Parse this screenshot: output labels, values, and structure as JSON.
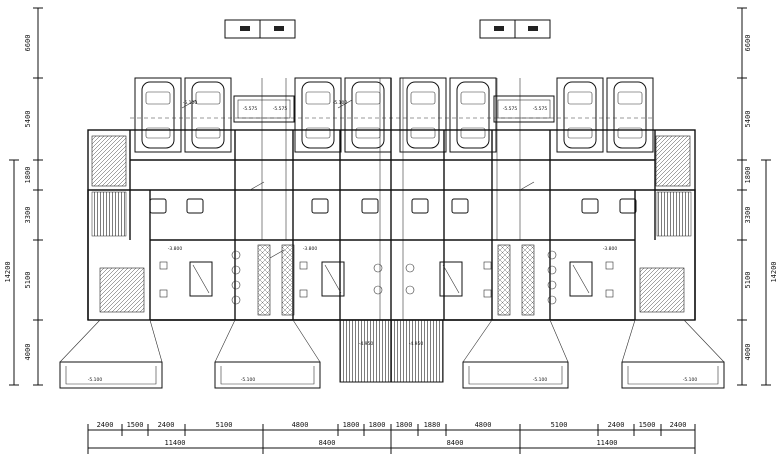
{
  "left_dims": {
    "items": [
      "6600",
      "5400",
      "1800",
      "3300",
      "14200",
      "5100",
      "4000"
    ]
  },
  "right_dims": {
    "items": [
      "6600",
      "5400",
      "1800",
      "3300",
      "14200",
      "5100",
      "4000"
    ]
  },
  "bottom_dims": {
    "row1": [
      "2400",
      "1500",
      "2400",
      "5100",
      "4800",
      "1800",
      "1800",
      "1800",
      "1880",
      "4800",
      "5100",
      "2400",
      "1500",
      "2400"
    ],
    "row2": [
      "11400",
      "8400",
      "8400",
      "11400"
    ]
  },
  "elevations": {
    "parking_a": "-5.100",
    "parking_b": "-5.100",
    "stair_a": "-5.575",
    "stair_b": "-5.575",
    "stair_c": "-5.575",
    "stair_d": "-5.575",
    "room_a": "-3.800",
    "room_b": "-3.800",
    "room_c": "-3.800",
    "court_a": "-4.950",
    "court_b": "-4.950",
    "bottom_a": "-5.100",
    "bottom_b": "-5.100",
    "bottom_c": "-5.100",
    "bottom_d": "-5.100"
  }
}
